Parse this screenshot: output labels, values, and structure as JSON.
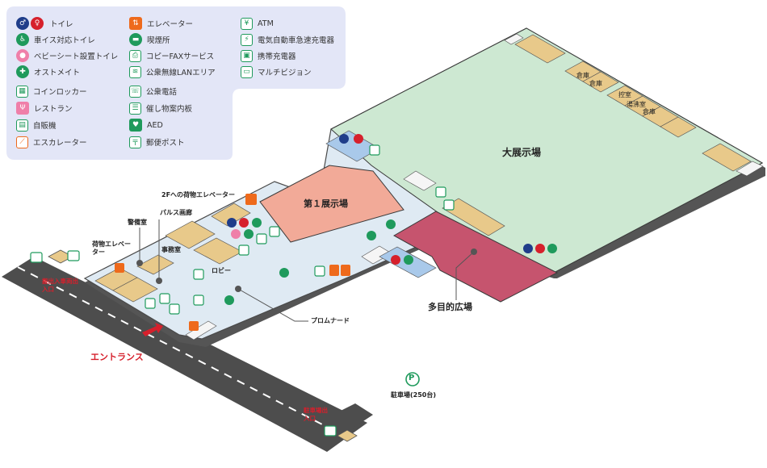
{
  "legend": {
    "col1": [
      {
        "icon": "toilet-icon",
        "label": "トイレ"
      },
      {
        "icon": "wheelchair-icon",
        "label": "車イス対応トイレ"
      },
      {
        "icon": "baby-seat-icon",
        "label": "ベビーシート設置トイレ"
      },
      {
        "icon": "ostomate-icon",
        "label": "オストメイト"
      },
      {
        "icon": "coin-locker-icon",
        "label": "コインロッカー"
      },
      {
        "icon": "restaurant-icon",
        "label": "レストラン"
      },
      {
        "icon": "vending-machine-icon",
        "label": "自販機"
      },
      {
        "icon": "escalator-icon",
        "label": "エスカレーター"
      }
    ],
    "col2": [
      {
        "icon": "elevator-icon",
        "label": "エレベーター"
      },
      {
        "icon": "smoking-area-icon",
        "label": "喫煙所"
      },
      {
        "icon": "copy-fax-icon",
        "label": "コピーFAXサービス"
      },
      {
        "icon": "wifi-icon",
        "label": "公衆無線LANエリア"
      },
      {
        "icon": "public-phone-icon",
        "label": "公衆電話"
      },
      {
        "icon": "event-board-icon",
        "label": "催し物案内板"
      },
      {
        "icon": "aed-icon",
        "label": "AED"
      },
      {
        "icon": "postbox-icon",
        "label": "郵便ポスト"
      }
    ],
    "col3": [
      {
        "icon": "atm-icon",
        "label": "ATM"
      },
      {
        "icon": "ev-charger-icon",
        "label": "電気自動車急速充電器"
      },
      {
        "icon": "phone-charger-icon",
        "label": "携帯充電器"
      },
      {
        "icon": "multivision-icon",
        "label": "マルチビジョン"
      }
    ]
  },
  "areas": {
    "main_hall": "大展示場",
    "hall1": "第１展示場",
    "multipurpose": "多目的広場",
    "promenade": "プロムナード",
    "lobby": "ロビー",
    "office": "事務室",
    "security": "警備室",
    "pulse_gallery": "パルス画廊",
    "freight_elevator": "荷物エレベーター",
    "freight_elevator_2f": "2Fへの荷物エレベーター",
    "storage1": "倉庫",
    "storage2": "倉庫",
    "storage_row": [
      "控室",
      "湯沸室",
      "倉庫"
    ],
    "entrance": "エントランス",
    "vehicle_gate": "搬出入車両出入口",
    "parking": "駐車場(250台)",
    "parking_gate": "駐車場出入口",
    "parking_symbol": "P"
  },
  "colors": {
    "main_hall": "#cde8d2",
    "hall1": "#f2aa98",
    "multipurpose": "#c6546e",
    "floor": "#dfeaf3",
    "wall": "#4a4a4a",
    "legend_bg": "#e3e6f7",
    "accent_red": "#d6202c",
    "icon_green": "#1f9a5c",
    "storage_tan": "#e8c98a"
  }
}
